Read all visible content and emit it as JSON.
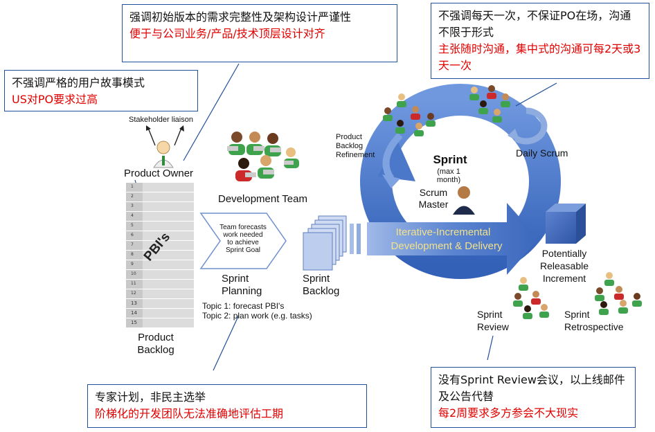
{
  "callouts": {
    "top_center": {
      "black": "强调初始版本的需求完整性及架构设计严谨性",
      "red": "便于与公司业务/产品/技术顶层设计对齐"
    },
    "top_left": {
      "black": "不强调严格的用户故事模式",
      "red": "US对PO要求过高"
    },
    "top_right": {
      "black": "不强调每天一次，不保证PO在场，沟通不限于形式",
      "red": "主张随时沟通，集中式的沟通可每2天或3天一次"
    },
    "bottom_center": {
      "black": "专家计划，非民主选举",
      "red": "阶梯化的开发团队无法准确地评估工期"
    },
    "bottom_right": {
      "black": "没有Sprint Review会议，以上线邮件及公告代替",
      "red": "每2周要求多方参会不大现实"
    }
  },
  "labels": {
    "stakeholder": "Stakeholder liaison",
    "product_owner": "Product Owner",
    "development_team": "Development Team",
    "pbis": "PBI's",
    "product_backlog": "Product\nBacklog",
    "team_forecasts": "Team forecasts\nwork needed\nto achieve\nSprint Goal",
    "sprint_planning": "Sprint\nPlanning",
    "topic1": "Topic 1: forecast PBI's",
    "topic2": "Topic 2: plan work (e.g. tasks)",
    "sprint_backlog": "Sprint\nBacklog",
    "pb_refinement": "Product\nBacklog\nRefinement",
    "sprint": "Sprint",
    "sprint_sub": "(max 1\nmonth)",
    "scrum_master": "Scrum\nMaster",
    "daily_scrum": "Daily Scrum",
    "iterative_line1": "Iterative-Incremental",
    "iterative_line2": "Development & Delivery",
    "increment": "Potentially\nReleasable\nIncrement",
    "sprint_review": "Sprint\nReview",
    "sprint_retro": "Sprint\nRetrospective"
  },
  "backlog_rows": [
    "1",
    "2",
    "3",
    "4",
    "5",
    "6",
    "7",
    "8",
    "9",
    "10",
    "11",
    "12",
    "13",
    "14",
    "15"
  ],
  "colors": {
    "callout_border": "#1f4e9a",
    "red_text": "#e00000",
    "sprint_blue": "#3d6fc4",
    "iterative_text": "#f2e28a",
    "increment_blue": "#3f66b4"
  }
}
